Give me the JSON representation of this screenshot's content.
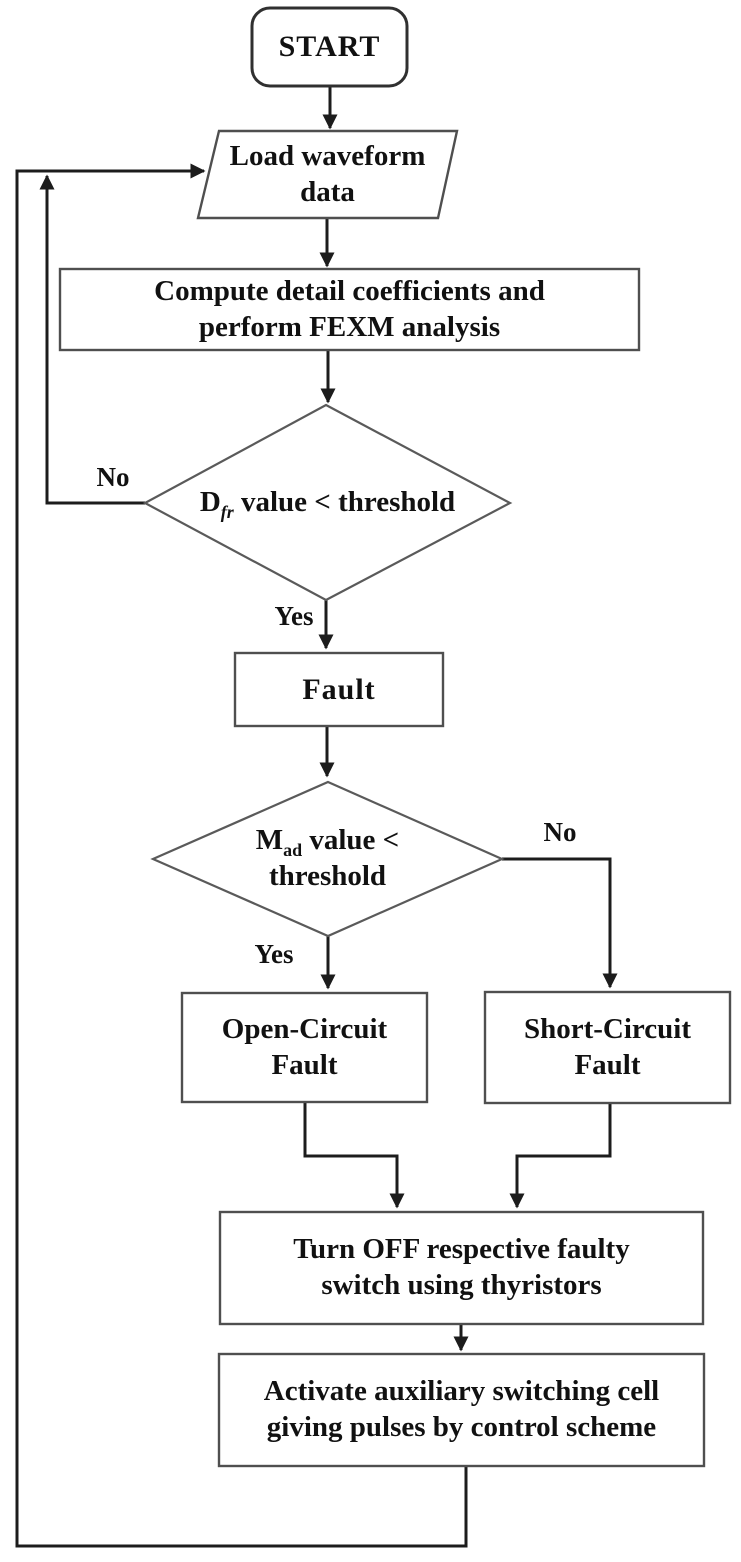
{
  "flowchart": {
    "nodes": {
      "start": {
        "label": "START"
      },
      "load": {
        "line1": "Load waveform",
        "line2": "data"
      },
      "compute": {
        "line1": "Compute detail coefficients and",
        "line2": "perform FEXM analysis"
      },
      "decision1": {
        "pre": "D",
        "sub": "fr",
        "post": " value < threshold"
      },
      "fault": {
        "label": "Fault"
      },
      "decision2": {
        "pre": "M",
        "sub": "ad",
        "post": " value <",
        "line2": "threshold"
      },
      "open_fault": {
        "line1": "Open-Circuit",
        "line2": "Fault"
      },
      "short_fault": {
        "line1": "Short-Circuit",
        "line2": "Fault"
      },
      "turn_off": {
        "line1": "Turn OFF respective faulty",
        "line2": "switch using thyristors"
      },
      "activate": {
        "line1": "Activate auxiliary switching cell",
        "line2": "giving pulses by control scheme"
      }
    },
    "edge_labels": {
      "decision1_no": "No",
      "decision1_yes": "Yes",
      "decision2_no": "No",
      "decision2_yes": "Yes"
    },
    "colors": {
      "line": "#1c1c1c",
      "border": "#4f4f4f",
      "text": "#111111",
      "background": "#ffffff"
    }
  }
}
